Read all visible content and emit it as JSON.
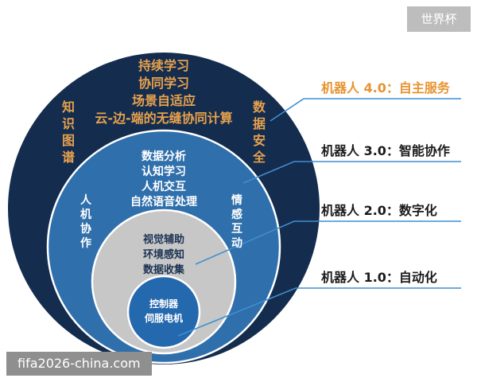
{
  "badge": "世界杯",
  "watermark": "fifa2026-china.com",
  "colors": {
    "outer": "#142c4e",
    "second": "#2f6fac",
    "third": "#c7c7c7",
    "inner": "#2468ae",
    "gold": "#e7a24d",
    "label_gold": "#e7932f",
    "line": "#3f8fcf",
    "white": "#ffffff",
    "navy_text": "#1c3252",
    "label_dark": "#1b1b1b"
  },
  "layers": {
    "outer": {
      "center_lines": [
        "持续学习",
        "协同学习",
        "场景自适应",
        "云-边-端的无缝协同计算"
      ],
      "left_vertical": "知识图谱",
      "right_vertical": "数据安全"
    },
    "second": {
      "center_lines": [
        "数据分析",
        "认知学习",
        "人机交互",
        "自然语音处理"
      ],
      "left_vertical": "人机协作",
      "right_vertical": "情感互动"
    },
    "third": {
      "center_lines": [
        "视觉辅助",
        "环境感知",
        "数据收集"
      ]
    },
    "inner": {
      "center_lines": [
        "控制器",
        "伺服电机"
      ]
    }
  },
  "labels": [
    "机器人 4.0：自主服务",
    "机器人 3.0：智能协作",
    "机器人 2.0：数字化",
    "机器人 1.0：自动化"
  ]
}
